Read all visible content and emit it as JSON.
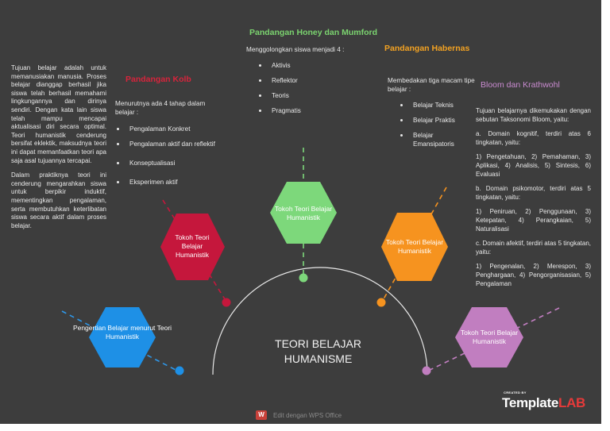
{
  "left_intro": {
    "paragraphs": [
      "Tujuan belajar adalah untuk memanusiakan manusia. Proses belajar dianggap berhasil jika siswa telah berhasil memahami lingkungannya dan dirinya sendiri. Dengan kata lain siswa telah mampu mencapai aktualisasi diri secara optimal. Teori humanistik cenderung bersifat eklektik, maksudnya teori ini dapat memanfaatkan teori apa saja asal tujuannya tercapai.",
      "Dalam praktiknya teori ini cenderung mengarahkan siswa untuk berpikir induktif, mementingkan pengalaman, serta membutuhkan keterlibatan siswa secara aktif dalam proses belajar."
    ]
  },
  "kolb": {
    "heading": "Pandangan Kolb",
    "intro": "Menurutnya ada 4 tahap dalam belajar :",
    "items": [
      "Pengalaman Konkret",
      "Pengalaman aktif dan reflektif",
      "Konseptualisasi",
      "Eksperimen aktif"
    ]
  },
  "honey": {
    "heading": "Pandangan Honey dan Mumford",
    "intro": "Menggolongkan siswa menjadi 4 :",
    "items": [
      "Aktivis",
      "Reflektor",
      "Teoris",
      "Pragmatis"
    ]
  },
  "habernas": {
    "heading": "Pandangan Habernas",
    "intro": "Membedakan tiga macam tipe belajar :",
    "items": [
      "Belajar Teknis",
      "Belajar Praktis",
      "Belajar Emansipatoris"
    ]
  },
  "bloom": {
    "heading": "Bloom dan Krathwohl",
    "paragraphs": [
      "Tujuan belajarnya dikemukakan dengan sebutan Taksonomi Bloom, yaitu:",
      "a. Domain kognitif, terdiri atas 6 tingkatan, yaitu:",
      "1) Pengetahuan, 2) Pemahaman, 3) Aplikasi, 4) Analisis, 5) Sintesis, 6) Evaluasi",
      "b. Domain psikomotor, terdiri atas 5 tingkatan, yaitu:",
      "1) Peniruan, 2) Penggunaan, 3) Ketepatan, 4) Perangkaian, 5) Naturalisasi",
      "c. Domain afektif, terdiri atas 5 tingkatan, yaitu:",
      "1) Pengenalan, 2) Merespon, 3) Penghargaan, 4) Pengorganisasian, 5) Pengalaman"
    ]
  },
  "hexagons": {
    "pengertian": "Pengertian Belajar menurut Teori Humanistik",
    "kolb": "Tokoh Teori Belajar Humanistik",
    "honey": "Tokoh Teori Belajar Humanistik",
    "habernas": "Tokoh Teori Belajar Humanistik",
    "bloom": "Tokoh Teori Belajar Humanistik"
  },
  "center": {
    "title": "TEORI BELAJAR HUMANISME"
  },
  "branding": {
    "small": "CREATED BY",
    "logo_main": "Template",
    "logo_accent": "LAB"
  },
  "footer": {
    "wps_icon": "W",
    "wps_text": "Edit dengan WPS Office"
  },
  "colors": {
    "background": "#3d3d3d",
    "blue": "#1e90e6",
    "red": "#c5173c",
    "green": "#7dd87b",
    "orange": "#f6931f",
    "purple": "#c17ec0",
    "kolb_heading": "#d6243c",
    "honey_heading": "#7bd36f",
    "habernas_heading": "#f3a222",
    "bloom_heading": "#c98bd0"
  }
}
